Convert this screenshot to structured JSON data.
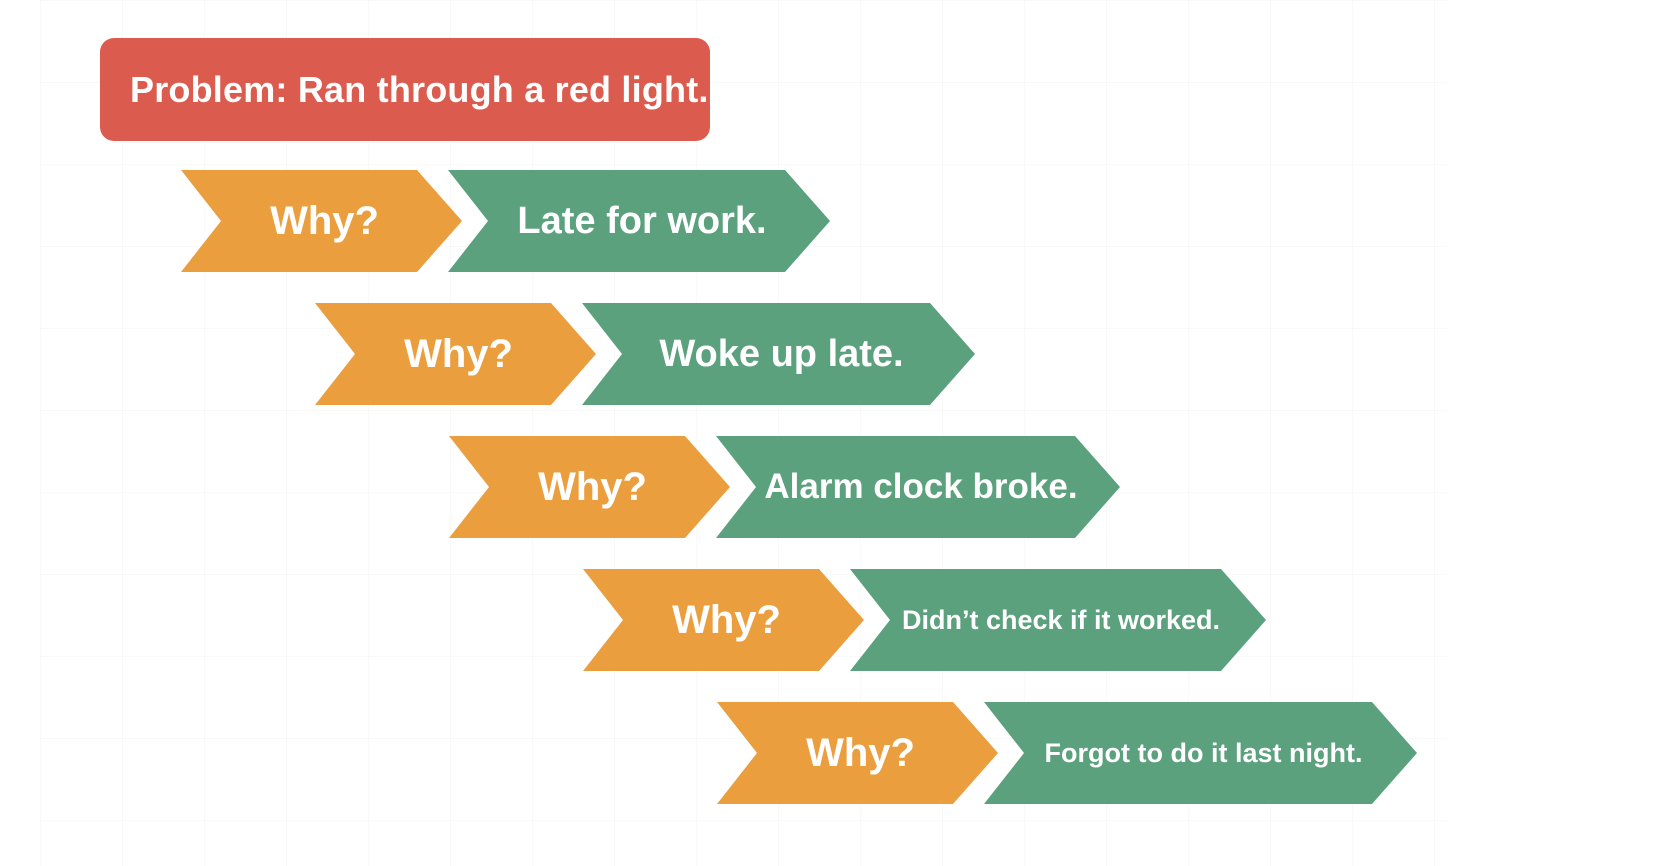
{
  "colors": {
    "problem_red": "#DB5C4F",
    "why_orange": "#EB9E3E",
    "answer_green": "#5BA17E",
    "text_white": "#FFFFFF"
  },
  "problem": {
    "label": "Problem: Ran through a red light."
  },
  "rows": [
    {
      "why": "Why?",
      "answer": "Late for work."
    },
    {
      "why": "Why?",
      "answer": "Woke up late."
    },
    {
      "why": "Why?",
      "answer": "Alarm clock broke."
    },
    {
      "why": "Why?",
      "answer": "Didn’t check if it worked."
    },
    {
      "why": "Why?",
      "answer": "Forgot to do it last night."
    }
  ]
}
